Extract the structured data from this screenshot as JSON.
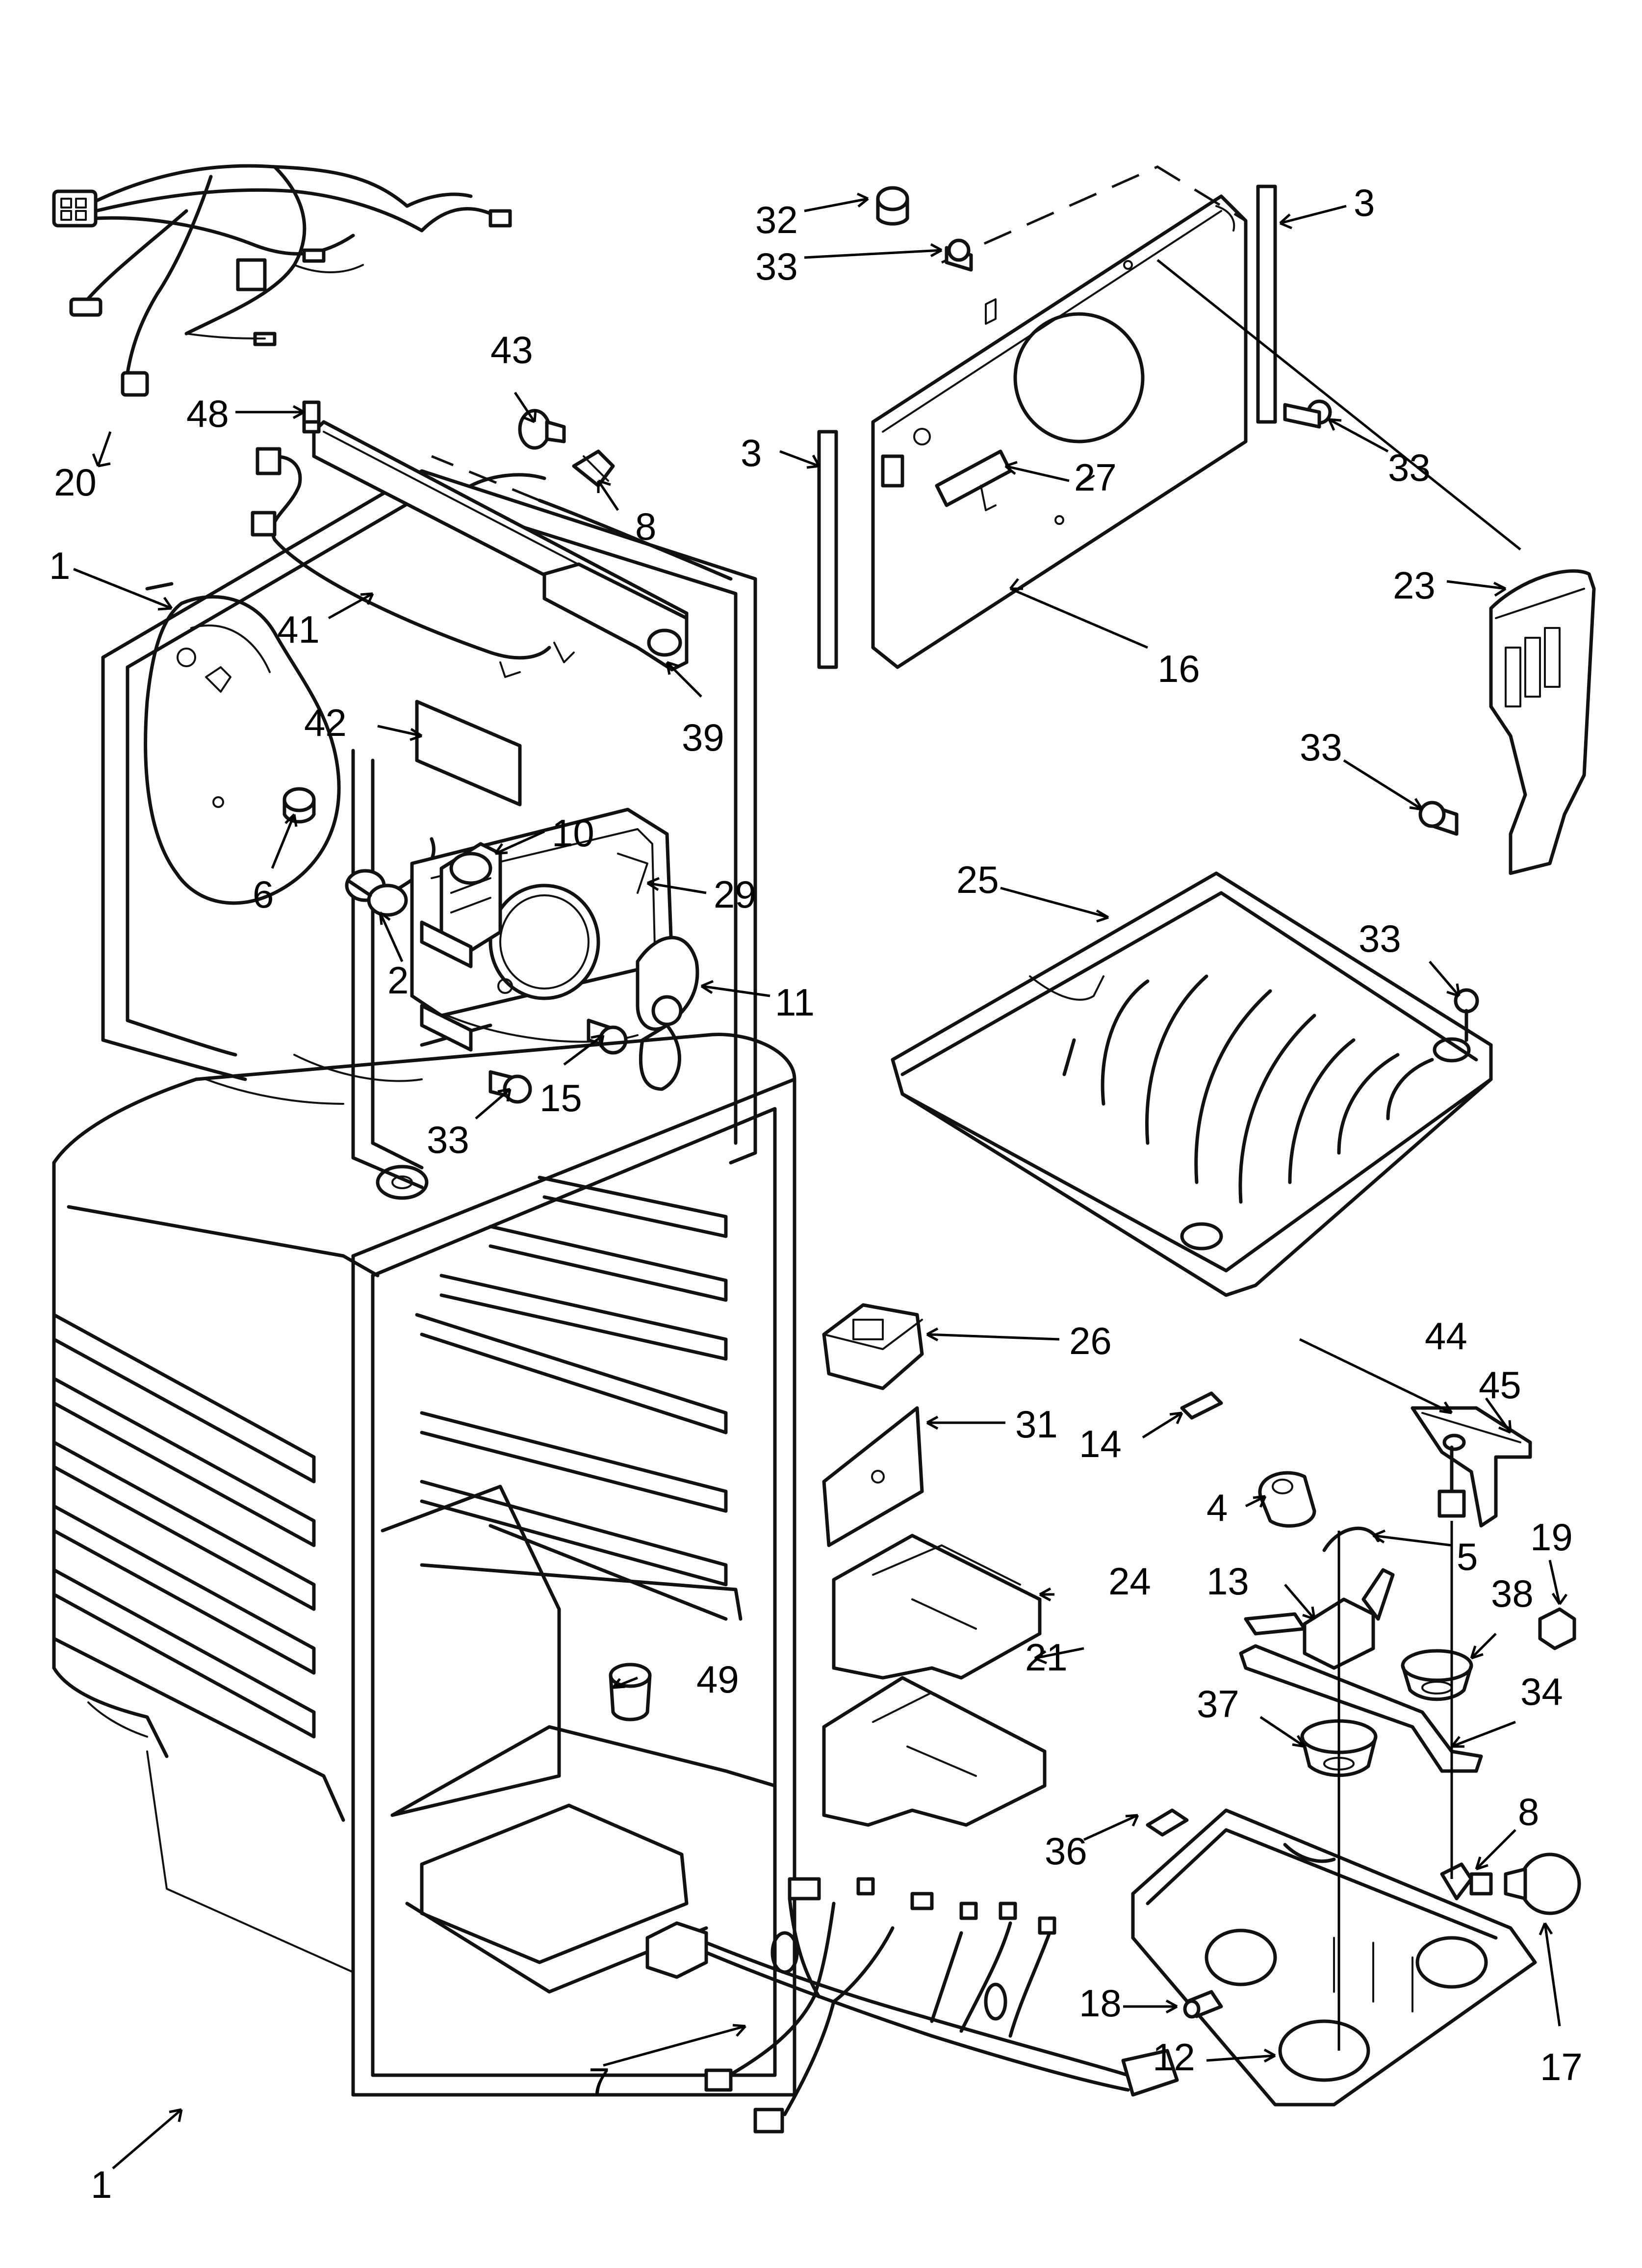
{
  "callouts": {
    "c1_top": "1",
    "c1_bottom": "1",
    "c2": "2",
    "c3_left": "3",
    "c3_right": "3",
    "c4": "4",
    "c5": "5",
    "c6": "6",
    "c7": "7",
    "c8_top": "8",
    "c8_bottom": "8",
    "c10": "10",
    "c11": "11",
    "c12": "12",
    "c13": "13",
    "c14": "14",
    "c15": "15",
    "c16": "16",
    "c17": "17",
    "c18": "18",
    "c19": "19",
    "c20": "20",
    "c21": "21",
    "c23": "23",
    "c24": "24",
    "c25": "25",
    "c26": "26",
    "c27": "27",
    "c29": "29",
    "c31": "31",
    "c32": "32",
    "c33_a": "33",
    "c33_b": "33",
    "c33_c": "33",
    "c33_d": "33",
    "c33_e": "33",
    "c34": "34",
    "c36": "36",
    "c37": "37",
    "c38": "38",
    "c39": "39",
    "c41": "41",
    "c42": "42",
    "c43": "43",
    "c44": "44",
    "c45": "45",
    "c48": "48",
    "c49": "49"
  },
  "colors": {
    "line": "#111111",
    "background": "#ffffff"
  }
}
